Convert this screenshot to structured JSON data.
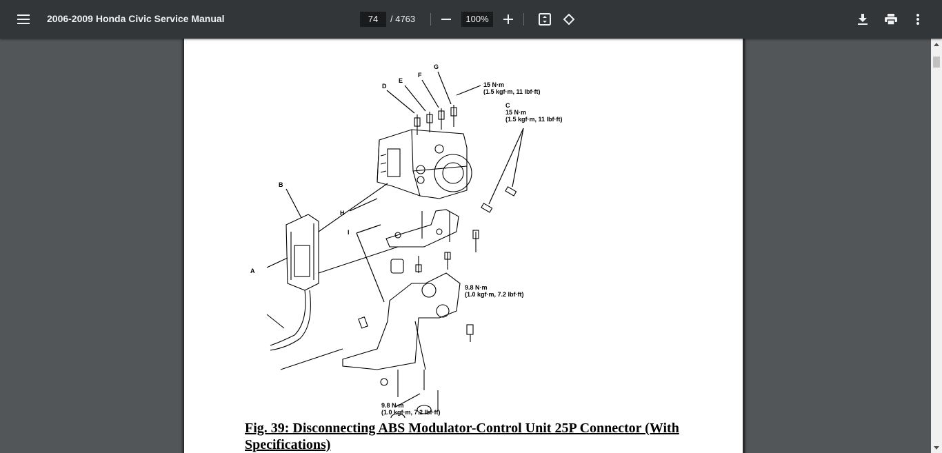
{
  "toolbar": {
    "menu_icon": "menu-icon",
    "title": "2006-2009 Honda Civic Service Manual",
    "page_current": "74",
    "page_total": "/ 4763",
    "zoom": "100%",
    "zoom_out_icon": "minus-icon",
    "zoom_in_icon": "plus-icon",
    "fit_icon": "fit-to-page-icon",
    "rotate_icon": "rotate-icon",
    "download_icon": "download-icon",
    "print_icon": "print-icon",
    "more_icon": "more-vert-icon"
  },
  "document": {
    "labels": {
      "a": "A",
      "b": "B",
      "c": "C",
      "d": "D",
      "e": "E",
      "f": "F",
      "g": "G",
      "h": "H",
      "i": "I"
    },
    "torque_top_1": "15 N·m",
    "torque_top_2": "(1.5 kgf·m, 11 lbf·ft)",
    "torque_c_1": "15 N·m",
    "torque_c_2": "(1.5 kgf·m, 11 lbf·ft)",
    "torque_mid_1": "9.8 N·m",
    "torque_mid_2": "(1.0 kgf·m, 7.2 lbf·ft)",
    "torque_bottom_1": "9.8 N·m",
    "torque_bottom_2": "(1.0 kgf·m, 7.2 lbf·ft)",
    "caption": "Fig. 39: Disconnecting ABS Modulator-Control Unit 25P Connector (With Specifications)"
  },
  "colors": {
    "toolbar_bg": "#323639",
    "viewer_bg": "#525659",
    "page_bg": "#ffffff"
  }
}
